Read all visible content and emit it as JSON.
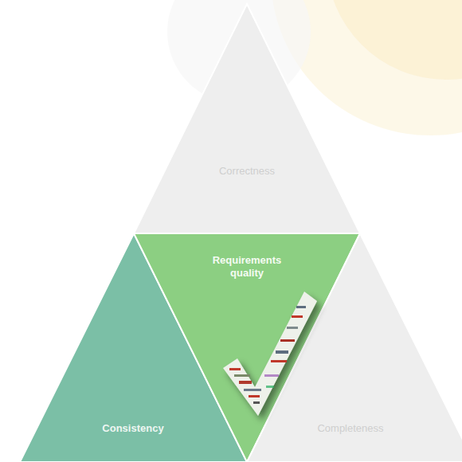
{
  "diagram": {
    "nodes": [
      {
        "text": [
          "Correctness"
        ]
      },
      {
        "text": [
          "Consistency"
        ]
      },
      {
        "text": [
          "Requirements quality"
        ]
      },
      {
        "text": [
          "Completeness"
        ]
      }
    ]
  }
}
